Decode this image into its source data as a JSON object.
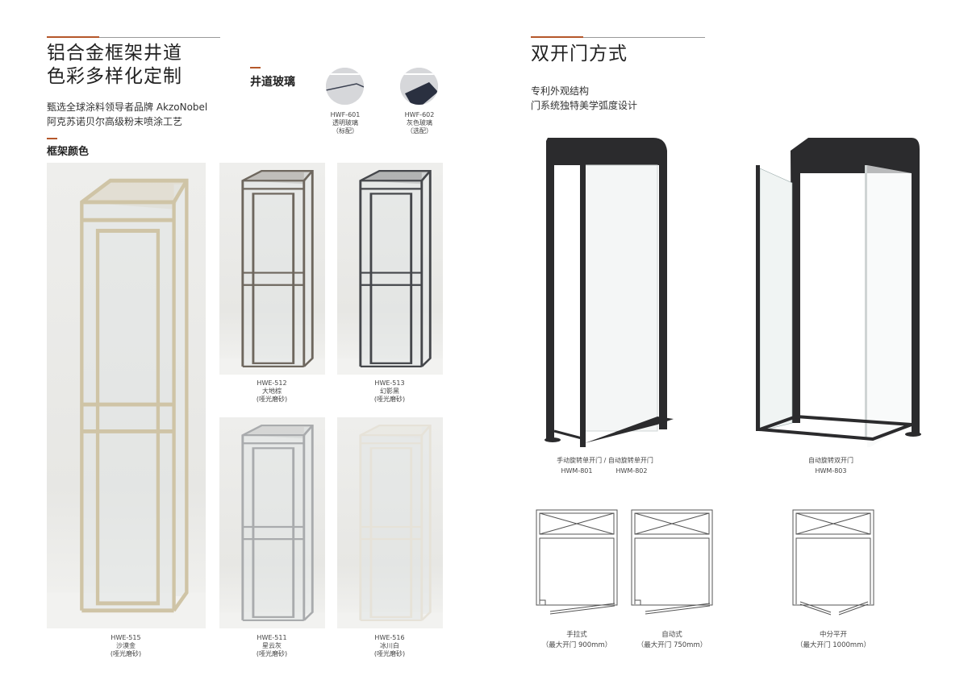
{
  "left": {
    "title_line1": "铝合金框架井道",
    "title_line2": "色彩多样化定制",
    "subtitle_line1": "甄选全球涂料领导者品牌 AkzoNobel",
    "subtitle_line2": "阿克苏诺贝尔高级粉末喷涂工艺",
    "frame_color_heading": "框架颜色",
    "glass_heading": "井道玻璃",
    "glass": [
      {
        "code": "HWF-601",
        "name": "透明玻璃",
        "note": "（标配）"
      },
      {
        "code": "HWF-602",
        "name": "灰色玻璃",
        "note": "（选配）"
      }
    ],
    "colors": [
      {
        "code": "HWE-515",
        "name": "沙漠金",
        "finish": "(哑光磨砂)",
        "color": "#cfc4a6"
      },
      {
        "code": "HWE-512",
        "name": "大地棕",
        "finish": "(哑光磨砂)",
        "color": "#6e675e"
      },
      {
        "code": "HWE-513",
        "name": "幻影黑",
        "finish": "(哑光磨砂)",
        "color": "#45474b"
      },
      {
        "code": "HWE-511",
        "name": "星云灰",
        "finish": "(哑光磨砂)",
        "color": "#a9abad"
      },
      {
        "code": "HWE-516",
        "name": "冰川白",
        "finish": "(哑光磨砂)",
        "color": "#e6e2d8"
      }
    ]
  },
  "right": {
    "title": "双开门方式",
    "subtitle_line1": "专利外观结构",
    "subtitle_line2": "门系统独特美学弧度设计",
    "door_single_caption": "手动旋转单开门 / 自动旋转单开门",
    "door_single_code1": "HWM-801",
    "door_single_code2": "HWM-802",
    "door_double_caption": "自动旋转双开门",
    "door_double_code": "HWM-803",
    "plans": [
      {
        "name": "手拉式",
        "note": "（最大开门 900mm）"
      },
      {
        "name": "自动式",
        "note": "（最大开门 750mm）"
      },
      {
        "name": "中分平开",
        "note": "（最大开门 1000mm）"
      }
    ]
  },
  "accent": "#b5572a"
}
